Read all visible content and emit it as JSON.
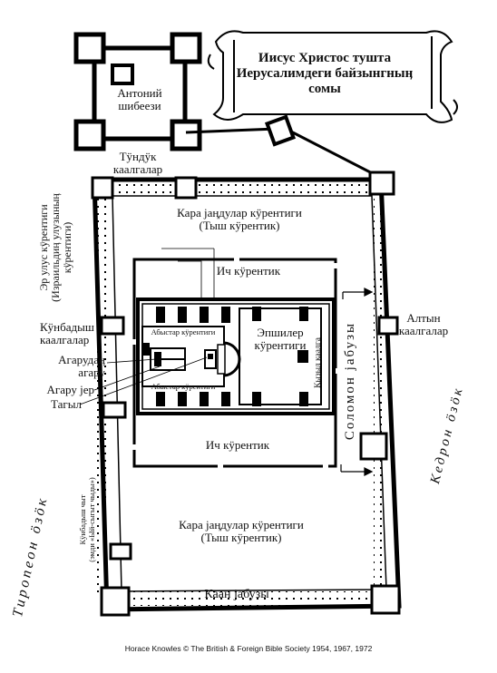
{
  "title": {
    "line1": "Иисус Христос тушта",
    "line2": "Иерусалимдеги байзынгныӊ",
    "line3": "сомы"
  },
  "labels": {
    "antonia_1": "Антоний",
    "antonia_2": "шибеези",
    "north_gate_1": "Тӱндӱк",
    "north_gate_2": "каалгалар",
    "gentiles_north_1": "Кара јаӊдулар кӱрентиги",
    "gentiles_north_2": "(Тыш кӱрентик)",
    "israel_court_1": "Эр улус кӱрентиги",
    "israel_court_2": "(Израильдиӊ улузыныӊ",
    "israel_court_3": "кӱрентиги)",
    "inner_court_top": "Ич кӱрентик",
    "inner_court_bottom": "Ич кӱрентик",
    "east_gate_left_1": "Кӱнбадыш",
    "east_gate_left_2": "каалгалар",
    "priests_court_top": "Абыстар кӱрентиги",
    "priests_court_bottom": "Абыстар кӱрентиги",
    "women_court_1": "Эпшилер",
    "women_court_2": "кӱрентиги",
    "beautiful_gate": "Кызыл каалга",
    "golden_gate_1": "Алтын",
    "golden_gate_2": "каалгалар",
    "sacrifice_altar_1": "Агарудаӊ",
    "sacrifice_altar_2": "агару",
    "holy_place": "Агару јер",
    "altar": "Тагыл",
    "solomon_porch": "Соломон јабузы",
    "kidron": "Кедрон ӧзӧк",
    "gentiles_south_1": "Кара јаӊдулар кӱрентиги",
    "gentiles_south_2": "(Тыш кӱрентик)",
    "tyropoeon": "Тиропеон ӧзӧк",
    "west_street_1": "Кӱнбадыш чыт",
    "west_street_2": "(эмди «Ый-сыгыт чыды»)",
    "royal_porch": "Каан јабузы"
  },
  "credit": "Horace Knowles © The British & Foreign Bible Society 1954, 1967, 1972"
}
